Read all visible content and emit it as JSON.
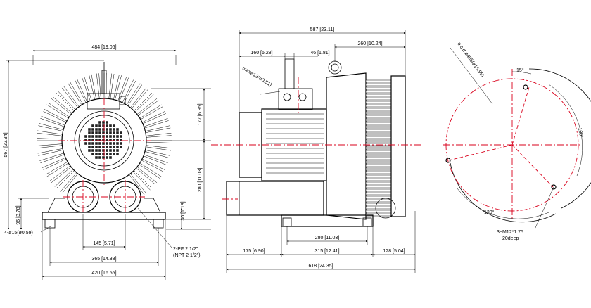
{
  "colors": {
    "line": "#000000",
    "center_line": "#d9001b",
    "background": "#ffffff"
  },
  "front_view": {
    "dims": {
      "top_width": "484 [19.06]",
      "overall_height": "567 [22.34]",
      "upper_height": "177 [6.95]",
      "center_height": "280 [11.03]",
      "flange_height": "30 [1.18]",
      "base_height": "96 [3.78]",
      "hole_spacing": "145 [5.71]",
      "base_inner": "365 [14.38]",
      "base_outer": "420 [16.55]"
    },
    "holes_note": "4-ø15(ø0.59)",
    "port_note_line1": "2-PF 2 1/2\"",
    "port_note_line2": "(NPT 2 1/2\")"
  },
  "side_view": {
    "dims": {
      "overall_top": "587 [23.11]",
      "motor_offset": "160 [6.28]",
      "box_width": "46 [1.81]",
      "blower_width": "260 [10.24]",
      "cable_note": "max⌀13(⌀0.51)",
      "base_holes": "280 [11.03]",
      "left_offset": "175 [6.90]",
      "base_length": "315 [12.41]",
      "right_offset": "128 [5.04]",
      "overall_bottom": "618 [24.35]"
    }
  },
  "flange_view": {
    "pcd_note": "p.c.d.⌀405(⌀15.95)",
    "angle_top": "15°",
    "angle_right": "120°",
    "angle_bottom": "120°",
    "thread_note_line1": "3−M12*1.75",
    "thread_note_line2": "20deep"
  }
}
